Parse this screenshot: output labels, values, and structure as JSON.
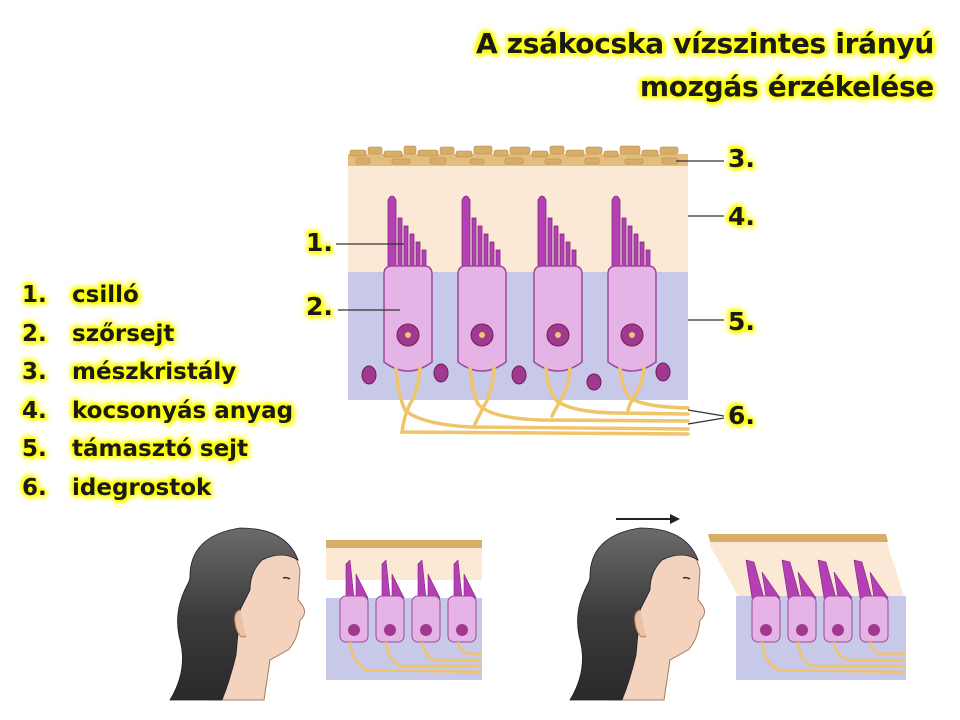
{
  "title": {
    "line1": "A zsákocska vízszintes irányú",
    "line2": "mozgás érzékelése"
  },
  "legend": [
    {
      "num": "1.",
      "label": "csilló"
    },
    {
      "num": "2.",
      "label": "szőrsejt"
    },
    {
      "num": "3.",
      "label": "mészkristály"
    },
    {
      "num": "4.",
      "label": "kocsonyás anyag"
    },
    {
      "num": "5.",
      "label": "támasztó sejt"
    },
    {
      "num": "6.",
      "label": "idegrostok"
    }
  ],
  "callouts": [
    "1.",
    "2.",
    "3.",
    "4.",
    "5.",
    "6."
  ],
  "colors": {
    "label_glow": "#ffff00",
    "crystals": "#d8ad6a",
    "gel": "#fbe9d6",
    "support_layer": "#c8c8e8",
    "hair_cell": "#e5b3e6",
    "cilia": "#b53fb4",
    "nerve": "#efc46a"
  },
  "icons": [
    "head-at-rest",
    "head-moving",
    "motion-arrow"
  ]
}
